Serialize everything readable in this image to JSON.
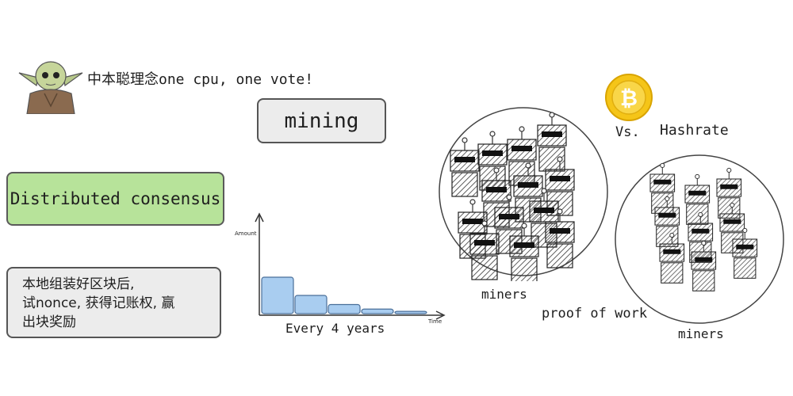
{
  "quote": "中本聪理念one cpu, one vote!",
  "mining_label": "mining",
  "consensus_label": "Distributed consensus",
  "rule_text": {
    "line1": "本地组装好区块后,",
    "line2": "试nonce, 获得记账权, 赢",
    "line3": "出块奖励"
  },
  "vs_label": "Vs.",
  "hashrate_label": "Hashrate",
  "miners_left_label": "miners",
  "miners_right_label": "miners",
  "pow_label": "proof of work",
  "reward_chart": {
    "y_axis_label": "Amount",
    "x_axis_label": "Time",
    "caption": "Every 4 years",
    "relative_rewards": [
      1,
      0.5,
      0.25,
      0.125,
      0.0625
    ],
    "bar_fill": "#a9cdf0"
  },
  "colors": {
    "mining_bg": "#ececec",
    "consensus_bg": "#b7e39a",
    "rule_bg": "#ececec",
    "coin": "#f5c518",
    "robot_hatch": "#3a3a3a"
  },
  "icons": [
    "yoda-avatar-icon",
    "bitcoin-coin-icon",
    "miner-robot-icon"
  ]
}
